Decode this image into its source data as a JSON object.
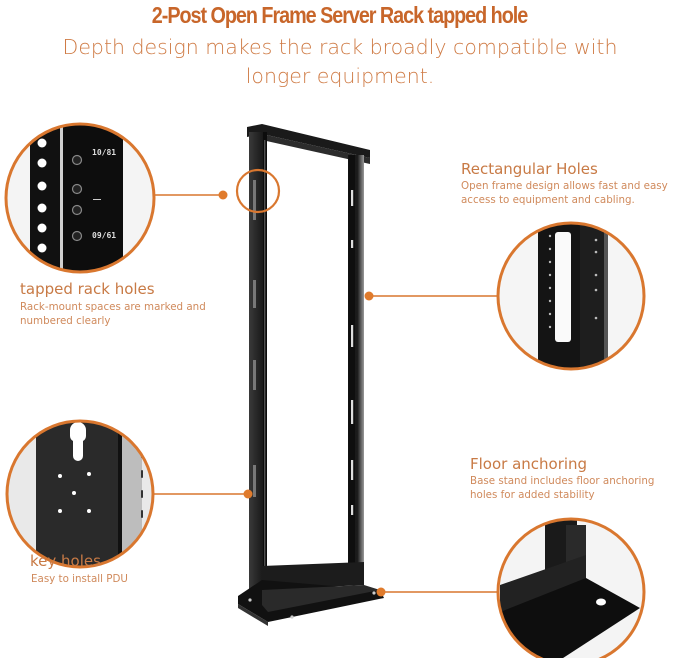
{
  "header": {
    "title": "2-Post Open Frame Server Rack tapped hole",
    "subtitle": "Depth design makes the rack broadly compatible with longer equipment."
  },
  "callouts": [
    {
      "id": "tapped-rack-holes",
      "title": "tapped rack holes",
      "description": "Rack-mount spaces are marked and numbered clearly",
      "labels": [
        "10/81",
        "09/61"
      ]
    },
    {
      "id": "rectangular-holes",
      "title": "Rectangular Holes",
      "description": "Open frame design allows fast and easy access to equipment and cabling."
    },
    {
      "id": "key-holes",
      "title": "key holes",
      "description": "Easy to install PDU"
    },
    {
      "id": "floor-anchoring",
      "title": "Floor anchoring",
      "description": "Base stand includes floor anchoring holes for added stability"
    }
  ],
  "colors": {
    "accent": "#d9772f",
    "title": "#c8662a",
    "text": "#cf7b45",
    "rack": "#1e1e1e"
  }
}
